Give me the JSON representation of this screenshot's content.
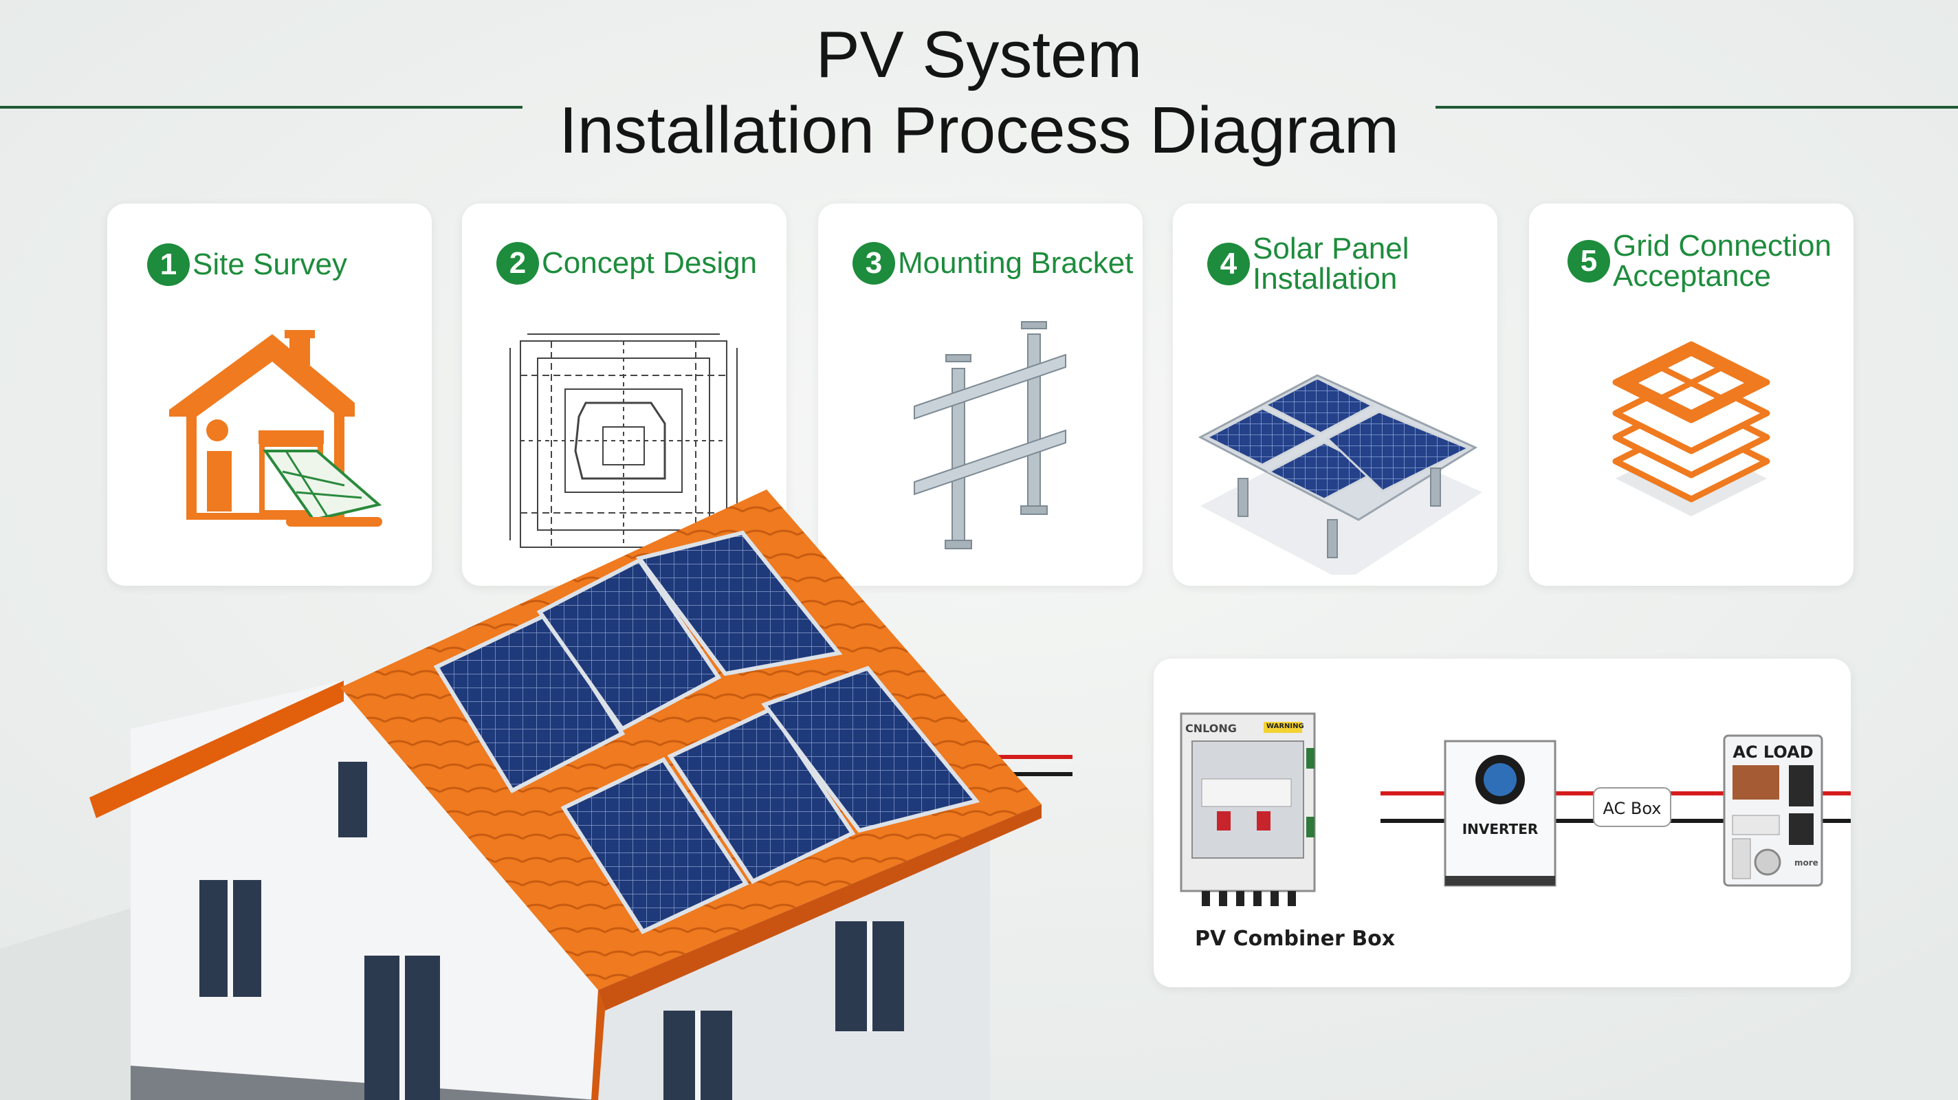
{
  "title": {
    "line1": "PV System",
    "line2": "Installation Process Diagram"
  },
  "steps": [
    {
      "number": "1",
      "label": "Site Survey",
      "icon": "house-survey-icon"
    },
    {
      "number": "2",
      "label": "Concept Design",
      "icon": "blueprint-icon"
    },
    {
      "number": "3",
      "label": "Mounting Bracket",
      "icon": "mounting-bracket-icon"
    },
    {
      "number": "4",
      "label": "Solar Panel Installation",
      "icon": "solar-array-icon"
    },
    {
      "number": "5",
      "label": "Grid Connection Acceptance",
      "icon": "layers-grid-icon"
    }
  ],
  "wiring": {
    "combiner_brand": "CNLONG",
    "combiner_warning": "WARNING",
    "combiner_caption": "PV Combiner Box",
    "inverter_label": "INVERTER",
    "ac_box_label": "AC Box",
    "ac_load_label": "AC LOAD",
    "ac_load_more": "more"
  },
  "colors": {
    "accent_green": "#1d8c3c",
    "title_rule": "#1f5a35",
    "orange": "#ef7a1f",
    "panel_blue": "#1f3a7a",
    "wire_red": "#d51c1c",
    "wire_black": "#1a1a1a"
  }
}
